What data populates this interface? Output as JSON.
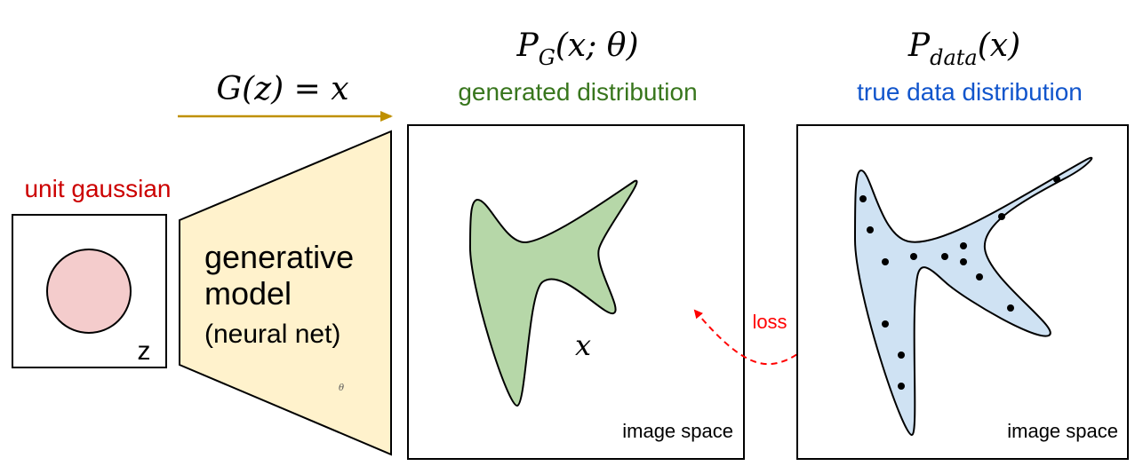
{
  "colors": {
    "gaussian_red": "#cc0000",
    "circle_fill": "#f4cccc",
    "model_fill": "#fff2cc",
    "arrow_gold": "#bf9000",
    "generated_green": "#38761d",
    "green_fill": "#b6d7a8",
    "data_blue": "#1155cc",
    "blue_fill": "#cfe2f3",
    "loss_red": "#ff0000"
  },
  "input": {
    "label": "unit gaussian",
    "var": "z"
  },
  "model": {
    "line1": "generative",
    "line2": "model",
    "line3": "(neural net)",
    "param": "θ"
  },
  "mapping": {
    "formula": "G(z) = x"
  },
  "generated": {
    "title_main": "P",
    "title_sub": "G",
    "title_args": "(x; θ)",
    "subtitle": "generated distribution",
    "sample_label": "x",
    "space_label": "image space"
  },
  "data": {
    "title_main": "P",
    "title_sub": "data",
    "title_args": "(x)",
    "subtitle": "true data distribution",
    "space_label": "image space",
    "samples": 14
  },
  "loss": {
    "label": "loss"
  }
}
